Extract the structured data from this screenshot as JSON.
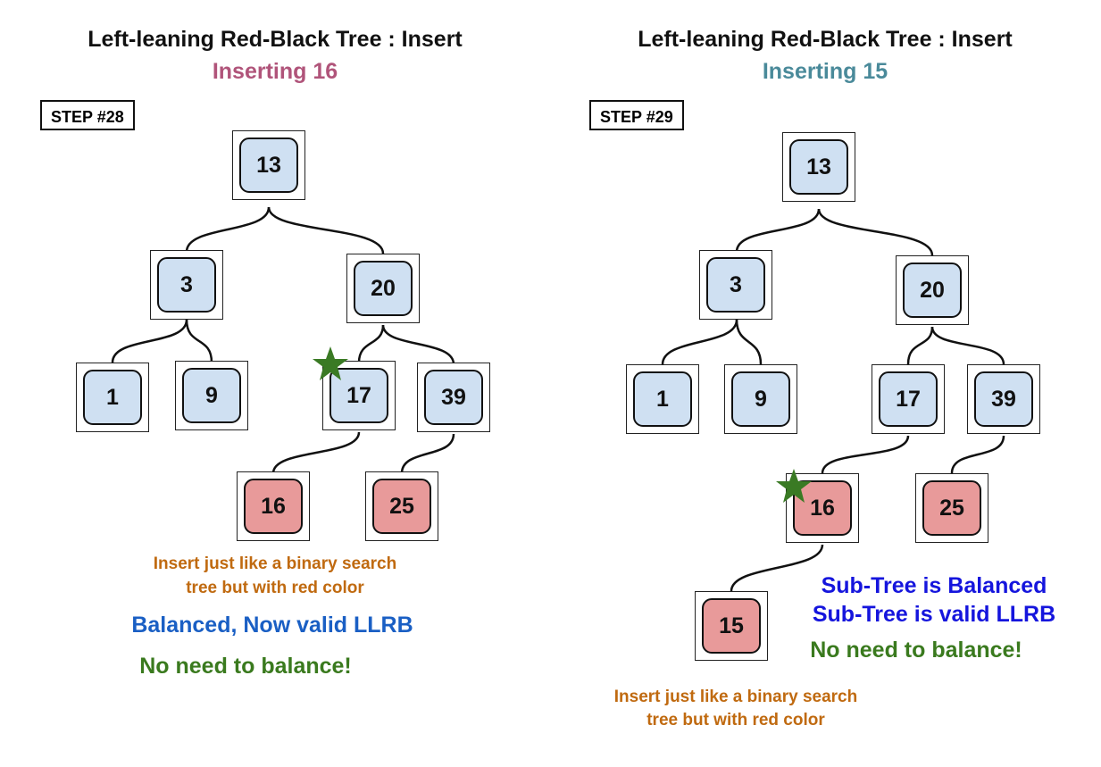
{
  "panels": [
    {
      "title": "Left-leaning Red-Black Tree : Insert",
      "subtitle": "Inserting 16",
      "subtitle_color": "#b0547a",
      "step": "STEP #28",
      "nodes": {
        "n13": {
          "label": "13",
          "color": "black"
        },
        "n3": {
          "label": "3",
          "color": "black"
        },
        "n20": {
          "label": "20",
          "color": "black"
        },
        "n1": {
          "label": "1",
          "color": "black"
        },
        "n9": {
          "label": "9",
          "color": "black"
        },
        "n17": {
          "label": "17",
          "color": "black"
        },
        "n39": {
          "label": "39",
          "color": "black"
        },
        "n16": {
          "label": "16",
          "color": "red"
        },
        "n25": {
          "label": "25",
          "color": "red"
        }
      },
      "marked_node": "17",
      "insert_note_line1": "Insert just like a binary search",
      "insert_note_line2": "tree but with red color",
      "status_line1": "Balanced, Now valid LLRB",
      "balance_note": "No need to balance!"
    },
    {
      "title": "Left-leaning Red-Black Tree : Insert",
      "subtitle": "Inserting 15",
      "subtitle_color": "#4a8a9a",
      "step": "STEP #29",
      "nodes": {
        "n13": {
          "label": "13",
          "color": "black"
        },
        "n3": {
          "label": "3",
          "color": "black"
        },
        "n20": {
          "label": "20",
          "color": "black"
        },
        "n1": {
          "label": "1",
          "color": "black"
        },
        "n9": {
          "label": "9",
          "color": "black"
        },
        "n17": {
          "label": "17",
          "color": "black"
        },
        "n39": {
          "label": "39",
          "color": "black"
        },
        "n16": {
          "label": "16",
          "color": "red"
        },
        "n25": {
          "label": "25",
          "color": "red"
        },
        "n15": {
          "label": "15",
          "color": "red"
        }
      },
      "marked_node": "16",
      "insert_note_line1": "Insert just like a binary search",
      "insert_note_line2": "tree but with red color",
      "status_line1": "Sub-Tree is Balanced",
      "status_line2": "Sub-Tree is valid LLRB",
      "balance_note": "No need to balance!"
    }
  ],
  "colors": {
    "insert_note": "#c06a10",
    "status_left": "#1a5fc4",
    "status_right": "#1515dd",
    "balance_note": "#3a7a1e",
    "star": "#3a7a24",
    "black_node_fill": "#cfe0f2",
    "red_node_fill": "#e89a9a"
  }
}
